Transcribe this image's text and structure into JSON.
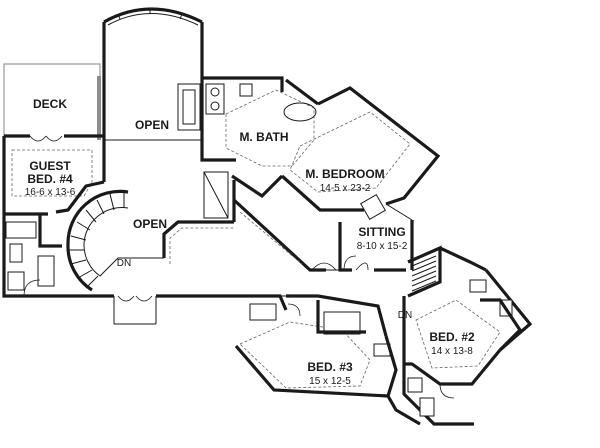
{
  "rooms": {
    "deck": {
      "name": "DECK"
    },
    "open_upper": {
      "name": "OPEN"
    },
    "open_lower": {
      "name": "OPEN"
    },
    "master_bath": {
      "name": "M. BATH"
    },
    "master_bedroom": {
      "name": "M. BEDROOM",
      "size": "14-5 x 23-2"
    },
    "guest_bed_4": {
      "name_line1": "GUEST",
      "name_line2": "BED. #4",
      "size": "16-6 x 13-6"
    },
    "sitting": {
      "name": "SITTING",
      "size": "8-10 x 15-2"
    },
    "bed_3": {
      "name": "BED. #3",
      "size": "15 x 12-5"
    },
    "bed_2": {
      "name": "BED. #2",
      "size": "14 x 13-8"
    }
  },
  "stair_labels": {
    "main": "DN",
    "right": "DN"
  }
}
